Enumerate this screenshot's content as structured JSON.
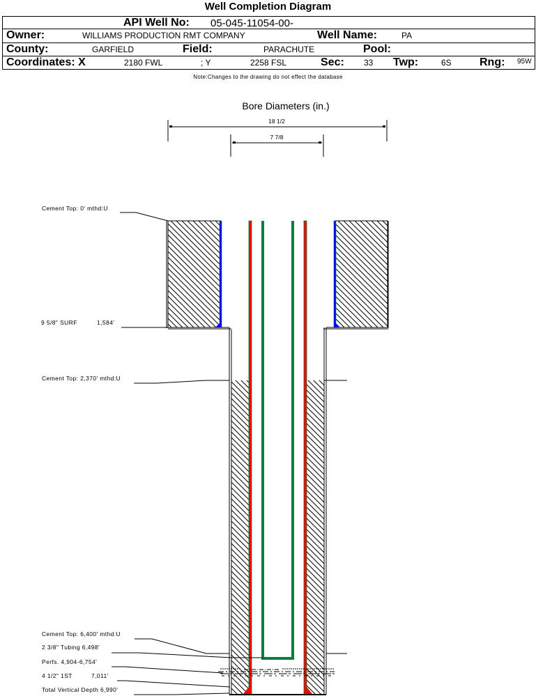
{
  "title": "Well Completion Diagram",
  "header": {
    "api_label": "API Well No:",
    "api_value": "05-045-11054-00-",
    "owner_label": "Owner:",
    "owner_value": "WILLIAMS PRODUCTION RMT COMPANY",
    "well_name_label": "Well Name:",
    "well_name_value": "PA",
    "county_label": "County:",
    "county_value": "GARFIELD",
    "field_label": "Field:",
    "field_value": "PARACHUTE",
    "pool_label": "Pool:",
    "pool_value": "",
    "coords_label": "Coordinates: X",
    "x_value": "2180 FWL",
    "y_label": "; Y",
    "y_value": "2258 FSL",
    "sec_label": "Sec:",
    "sec_value": "33",
    "twp_label": "Twp:",
    "twp_value": "6S",
    "rng_label": "Rng:",
    "rng_value": "95W"
  },
  "note": "Note:Changes to the drawing do not effect the database",
  "diagram": {
    "bore_title": "Bore Diameters (in.)",
    "bore_outer": "18 1/2",
    "bore_inner": "7 7/8",
    "labels": {
      "cement_top_surface": "Cement Top: 0' mthd:U",
      "surface_casing": "9 5/8\" SURF",
      "surface_casing_depth": "1,584'",
      "cement_top_prod": "Cement Top: 2,370' mthd:U",
      "cement_top_lower": "Cement Top: 6,400' mthd:U",
      "tubing": "2 3/8\" Tubing 6,498'",
      "perfs": "Perfs. 4,904-6,754'",
      "prod_casing": "4 1/2\" 1ST",
      "prod_casing_depth": "7,011'",
      "tvd": "Total Vertical Depth 6,990'"
    },
    "colors": {
      "surface_casing": "#0000ff",
      "production_casing": "#ff0000",
      "casing_outline": "#008040",
      "tubing": "#008040",
      "hatch": "#000000"
    }
  }
}
